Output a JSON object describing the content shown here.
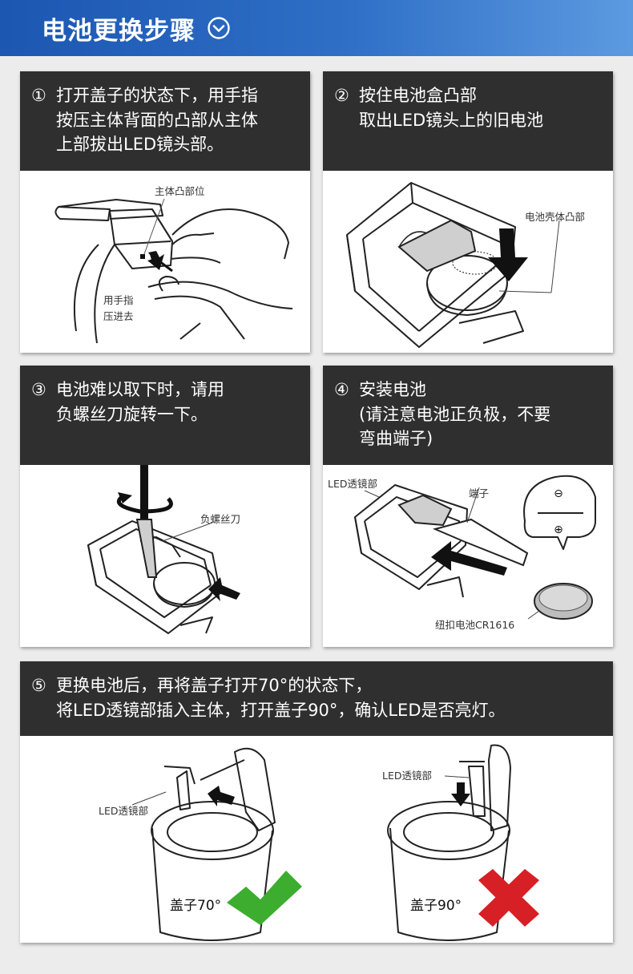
{
  "header": {
    "title": "电池更换步骤",
    "icon": "chevron-down-circle-icon"
  },
  "steps": [
    {
      "num": "①",
      "lines": [
        "打开盖子的状态下，用手指",
        "按压主体背面的凸部从主体",
        "上部拔出LED镜头部。"
      ],
      "labels": {
        "bump": "主体凸部位",
        "press_1": "用手指",
        "press_2": "压进去"
      }
    },
    {
      "num": "②",
      "lines": [
        "按住电池盒凸部",
        "取出LED镜头上的旧电池"
      ],
      "labels": {
        "case_bump": "电池壳体凸部"
      }
    },
    {
      "num": "③",
      "lines": [
        "电池难以取下时，请用",
        "负螺丝刀旋转一下。"
      ],
      "labels": {
        "screwdriver": "负螺丝刀"
      }
    },
    {
      "num": "④",
      "lines": [
        "安装电池",
        "(请注意电池正负极，不要",
        "弯曲端子)"
      ],
      "labels": {
        "lens": "LED透镜部",
        "terminal": "端子",
        "battery": "纽扣电池CR1616",
        "minus": "⊖",
        "plus": "⊕"
      }
    },
    {
      "num": "⑤",
      "lines": [
        "更换电池后，再将盖子打开70°的状态下，",
        "将LED透镜部插入主体，打开盖子90°，确认LED是否亮灯。"
      ],
      "labels": {
        "lens_left": "LED透镜部",
        "lens_right": "LED透镜部",
        "cap_70": "盖子70°",
        "cap_90": "盖子90°"
      }
    }
  ],
  "colors": {
    "header_start": "#1c57b2",
    "header_end": "#5c9ae0",
    "card_head": "#2f2f2f",
    "check": "#3cad2f",
    "cross": "#d62025"
  }
}
